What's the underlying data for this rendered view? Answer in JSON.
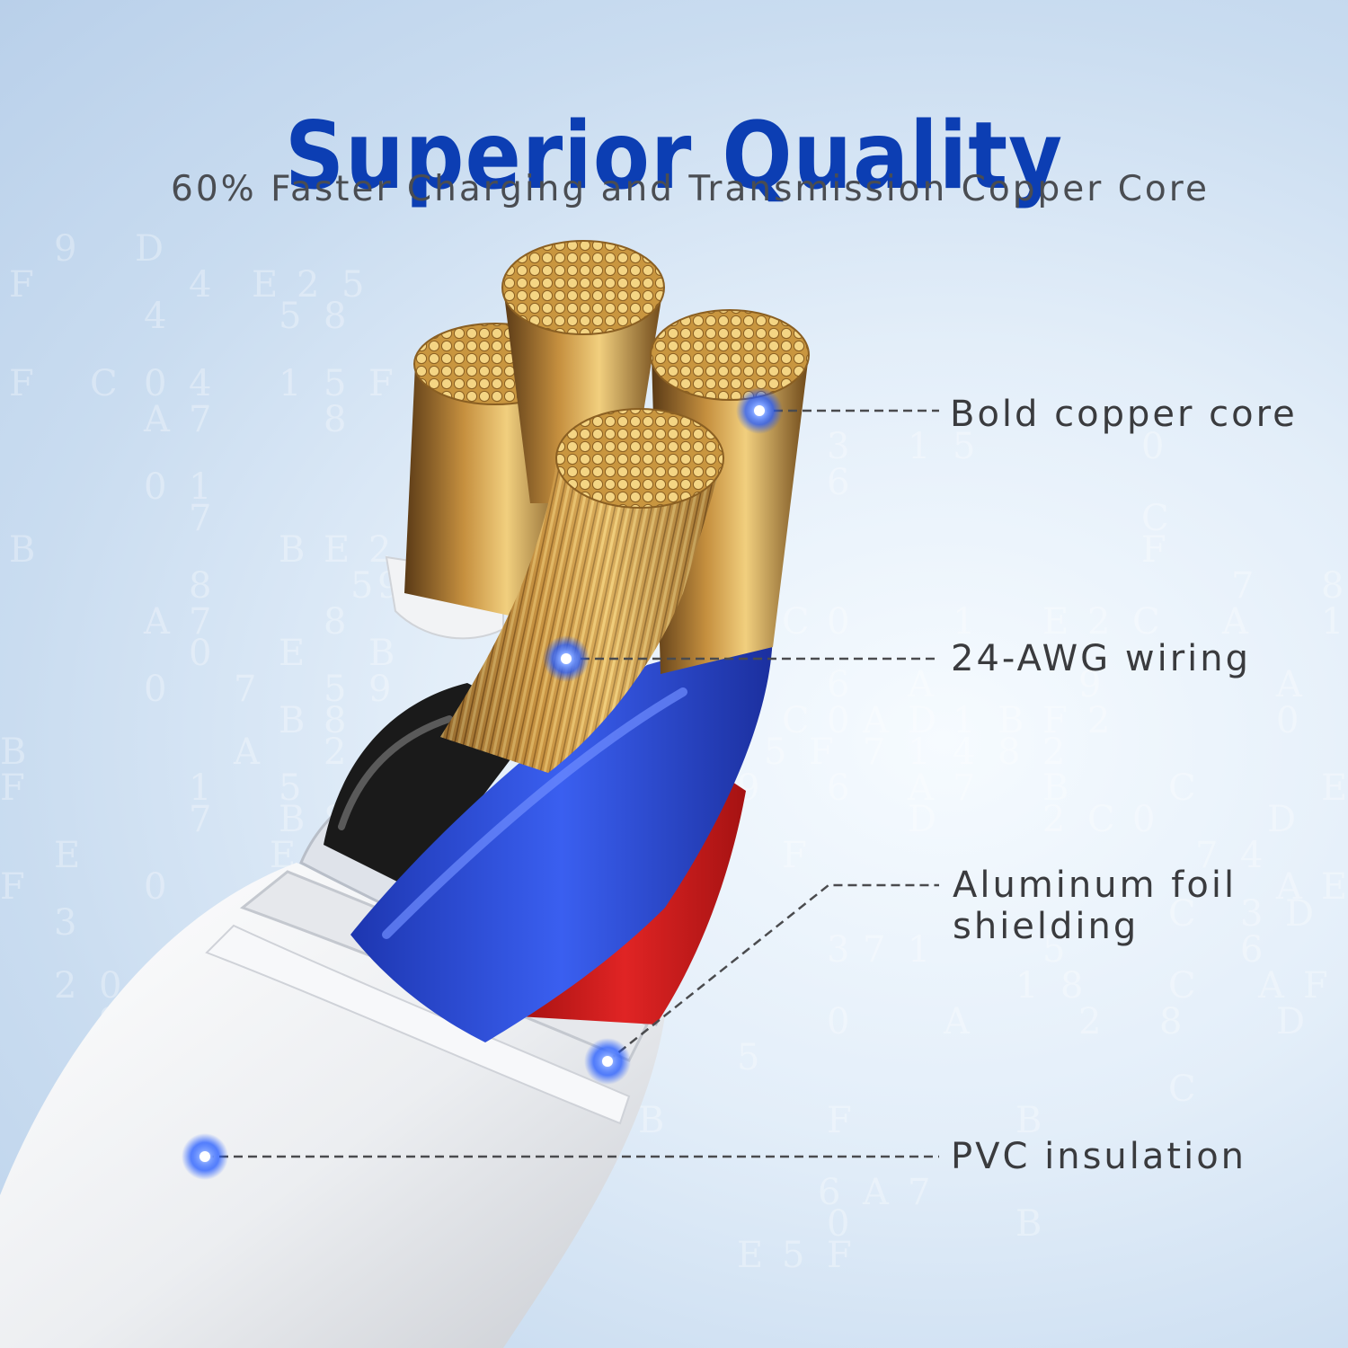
{
  "headline": "Superior Quality",
  "subheadline": "60% Faster Charging and Transmission Copper Core",
  "callouts": {
    "copper_core": "Bold copper core",
    "wiring": "24-AWG wiring",
    "foil_line1": "Aluminum foil",
    "foil_line2": "shielding",
    "pvc": "PVC insulation"
  },
  "colors": {
    "headline": "#0c3eb3",
    "marker": "#1f5bff",
    "copper": "#d4a24c",
    "wire_blue": "#2c4fd8",
    "wire_red": "#d51c1c",
    "wire_black": "#1a1a1a",
    "jacket": "#f2f3f5"
  },
  "icons": [
    "callout-marker-dot",
    "cable-illustration"
  ]
}
